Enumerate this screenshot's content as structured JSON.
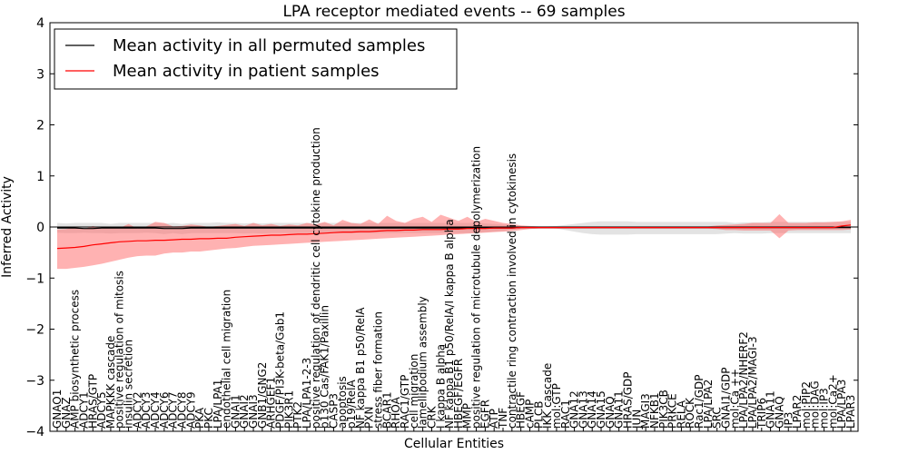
{
  "chart_data": {
    "type": "line",
    "title": "LPA receptor mediated events -- 69 samples",
    "xlabel": "Cellular Entities",
    "ylabel": "Inferred Activity",
    "ylim": [
      -4,
      4
    ],
    "yticks": [
      -4,
      -3,
      -2,
      -1,
      0,
      1,
      2,
      3,
      4
    ],
    "legend_position": "top-left",
    "grid": false,
    "categories": [
      "GNAO1",
      "GNAZ",
      "AMP biosynthetic process",
      "ADCY1",
      "HRAS/GTP",
      "ADCY5",
      "MAPKKK cascade",
      "positive regulation of mitosis",
      "insulin secretion",
      "ADCY2",
      "ADCY3",
      "ADCY4",
      "ADCY6",
      "ADCY7",
      "ADCY8",
      "ADCY9",
      "PKA",
      "PKC",
      "LPA/LPA1",
      "endothelial cell migration",
      "GNAI1",
      "GNAI2",
      "GNAI3",
      "GNB1/GNG2",
      "ARHGEF1",
      "PDGF/PI3K-beta/Gab1",
      "PIK3R1",
      "PTK2",
      "LPA/LPA1-2-3",
      "positive regulation of dendritic cell cytokine production",
      "p130 Cas/FAK1/Paxillin",
      "CASP3",
      "apoptosis",
      "p19/RelA",
      "NF kappa B1 p50/RelA",
      "PXN",
      "stress fiber formation",
      "BCAR1",
      "RHOA",
      "RAC1/GTP",
      "cell migration",
      "lamellipodium assembly",
      "CRK",
      "I kappa B alpha",
      "NF kappa B1 p50/RelA/I kappa B alpha",
      "HBEGF/EGFR",
      "MMP",
      "positive regulation of microtubule depolymerization",
      "EGFR",
      "ATP",
      "TNF",
      "contractile ring contraction involved in cytokinesis",
      "HBEGF",
      "cAMP",
      "PLCB",
      "IKK cascade",
      "mol:GTP",
      "RAC1",
      "GNA12",
      "GNA13",
      "GNA14",
      "GNA15",
      "GNAQ",
      "GNA11",
      "HRAS/GDP",
      "JUN",
      "MAGI3",
      "NFKB1",
      "PIK3CB",
      "PRKCE",
      "RELA",
      "ROCK",
      "Rac1/GDP",
      "LPA/LPA2",
      "SRC",
      "GNAI1/GDP",
      "mol:Ca ++",
      "LPA/LPA2/NHERF2",
      "LPA/LPA2/MAGI-3",
      "TRIP6",
      "GNA11",
      "GNAQ",
      "IP3",
      "LPAR2",
      "mol:PIP2",
      "mol:DAG",
      "mol:IP3",
      "mol:Ca2+",
      "LPA/LPA3",
      "LPAR3"
    ],
    "series": [
      {
        "name": "Mean activity in all permuted samples",
        "color": "#000000",
        "band_color": "#cccccc",
        "values": [
          -0.02,
          -0.02,
          -0.02,
          -0.03,
          -0.03,
          -0.02,
          -0.02,
          -0.02,
          -0.02,
          -0.02,
          -0.02,
          -0.02,
          -0.03,
          -0.03,
          -0.03,
          -0.02,
          -0.02,
          -0.02,
          -0.02,
          -0.02,
          -0.02,
          -0.02,
          -0.02,
          -0.02,
          -0.02,
          -0.02,
          -0.02,
          -0.02,
          -0.02,
          -0.02,
          -0.02,
          -0.02,
          -0.02,
          -0.02,
          -0.02,
          -0.02,
          -0.02,
          -0.02,
          -0.02,
          -0.02,
          -0.02,
          -0.02,
          -0.02,
          -0.02,
          -0.02,
          -0.02,
          -0.02,
          -0.02,
          -0.02,
          -0.02,
          -0.02,
          -0.02,
          -0.01,
          -0.01,
          -0.01,
          -0.01,
          -0.01,
          -0.01,
          -0.01,
          -0.01,
          -0.01,
          -0.01,
          -0.01,
          -0.01,
          -0.01,
          -0.01,
          -0.01,
          -0.01,
          -0.01,
          -0.01,
          -0.01,
          -0.01,
          -0.01,
          -0.01,
          -0.01,
          -0.01,
          -0.01,
          -0.01,
          -0.01,
          -0.01,
          -0.01,
          -0.01,
          -0.01,
          -0.01,
          -0.01,
          -0.01,
          -0.01,
          -0.01,
          -0.01,
          -0.01
        ],
        "lower": [
          -0.11,
          -0.12,
          -0.12,
          -0.11,
          -0.12,
          -0.12,
          -0.13,
          -0.12,
          -0.12,
          -0.12,
          -0.11,
          -0.12,
          -0.14,
          -0.12,
          -0.14,
          -0.12,
          -0.12,
          -0.12,
          -0.12,
          -0.12,
          -0.12,
          -0.13,
          -0.12,
          -0.13,
          -0.12,
          -0.12,
          -0.12,
          -0.12,
          -0.12,
          -0.12,
          -0.12,
          -0.12,
          -0.12,
          -0.12,
          -0.12,
          -0.12,
          -0.12,
          -0.12,
          -0.12,
          -0.12,
          -0.12,
          -0.12,
          -0.12,
          -0.12,
          -0.12,
          -0.12,
          -0.12,
          -0.12,
          -0.1,
          -0.09,
          -0.08,
          -0.06,
          -0.03,
          -0.02,
          -0.02,
          -0.02,
          -0.03,
          -0.06,
          -0.09,
          -0.12,
          -0.14,
          -0.15,
          -0.15,
          -0.15,
          -0.15,
          -0.14,
          -0.14,
          -0.14,
          -0.14,
          -0.14,
          -0.14,
          -0.14,
          -0.14,
          -0.14,
          -0.14,
          -0.13,
          -0.12,
          -0.13,
          -0.13,
          -0.13,
          -0.12,
          -0.12,
          -0.12,
          -0.12,
          -0.12,
          -0.12,
          -0.12,
          -0.12,
          -0.12,
          -0.12
        ],
        "upper": [
          0.08,
          0.07,
          0.08,
          0.08,
          0.08,
          0.08,
          0.06,
          0.08,
          0.08,
          0.08,
          0.08,
          0.08,
          0.07,
          0.08,
          0.06,
          0.08,
          0.08,
          0.08,
          0.09,
          0.08,
          0.08,
          0.07,
          0.08,
          0.07,
          0.08,
          0.08,
          0.08,
          0.08,
          0.08,
          0.08,
          0.08,
          0.08,
          0.08,
          0.08,
          0.08,
          0.08,
          0.08,
          0.08,
          0.08,
          0.08,
          0.08,
          0.08,
          0.08,
          0.08,
          0.08,
          0.08,
          0.08,
          0.08,
          0.07,
          0.06,
          0.05,
          0.04,
          0.02,
          0.01,
          0.01,
          0.01,
          0.02,
          0.04,
          0.06,
          0.08,
          0.1,
          0.11,
          0.11,
          0.11,
          0.11,
          0.1,
          0.1,
          0.1,
          0.1,
          0.1,
          0.1,
          0.1,
          0.1,
          0.1,
          0.1,
          0.1,
          0.08,
          0.09,
          0.09,
          0.09,
          0.1,
          0.1,
          0.1,
          0.1,
          0.1,
          0.1,
          0.1,
          0.1,
          0.1,
          0.1
        ]
      },
      {
        "name": "Mean activity in patient samples",
        "color": "#ff0000",
        "band_color": "#ff6666",
        "values": [
          -0.42,
          -0.41,
          -0.4,
          -0.38,
          -0.35,
          -0.33,
          -0.31,
          -0.29,
          -0.28,
          -0.27,
          -0.27,
          -0.26,
          -0.26,
          -0.25,
          -0.24,
          -0.24,
          -0.23,
          -0.23,
          -0.22,
          -0.22,
          -0.2,
          -0.19,
          -0.18,
          -0.17,
          -0.16,
          -0.16,
          -0.15,
          -0.14,
          -0.14,
          -0.13,
          -0.12,
          -0.11,
          -0.1,
          -0.1,
          -0.09,
          -0.09,
          -0.08,
          -0.07,
          -0.07,
          -0.06,
          -0.06,
          -0.05,
          -0.05,
          -0.05,
          -0.04,
          -0.04,
          -0.03,
          -0.03,
          -0.03,
          -0.02,
          -0.02,
          -0.02,
          -0.01,
          -0.01,
          -0.01,
          -0.01,
          -0.01,
          -0.01,
          -0.01,
          -0.01,
          -0.01,
          -0.01,
          -0.01,
          -0.01,
          -0.01,
          -0.01,
          -0.01,
          -0.01,
          -0.01,
          -0.01,
          -0.01,
          -0.01,
          -0.01,
          -0.01,
          -0.01,
          -0.01,
          -0.01,
          -0.01,
          -0.01,
          -0.01,
          -0.01,
          -0.01,
          -0.01,
          -0.01,
          -0.01,
          -0.01,
          -0.01,
          -0.01,
          0.02,
          0.04
        ],
        "lower": [
          -0.82,
          -0.82,
          -0.8,
          -0.78,
          -0.75,
          -0.72,
          -0.68,
          -0.64,
          -0.6,
          -0.57,
          -0.56,
          -0.56,
          -0.52,
          -0.5,
          -0.5,
          -0.48,
          -0.48,
          -0.46,
          -0.44,
          -0.42,
          -0.41,
          -0.39,
          -0.37,
          -0.36,
          -0.35,
          -0.34,
          -0.33,
          -0.32,
          -0.31,
          -0.3,
          -0.29,
          -0.28,
          -0.27,
          -0.26,
          -0.25,
          -0.24,
          -0.23,
          -0.22,
          -0.21,
          -0.2,
          -0.19,
          -0.18,
          -0.17,
          -0.16,
          -0.15,
          -0.14,
          -0.13,
          -0.12,
          -0.11,
          -0.1,
          -0.09,
          -0.08,
          -0.06,
          -0.04,
          -0.03,
          -0.03,
          -0.03,
          -0.03,
          -0.03,
          -0.03,
          -0.03,
          -0.03,
          -0.03,
          -0.03,
          -0.03,
          -0.03,
          -0.03,
          -0.03,
          -0.03,
          -0.03,
          -0.03,
          -0.03,
          -0.03,
          -0.03,
          -0.04,
          -0.06,
          -0.06,
          -0.07,
          -0.07,
          -0.07,
          -0.07,
          -0.22,
          -0.07,
          -0.06,
          -0.06,
          -0.06,
          -0.06,
          -0.06,
          -0.06,
          -0.05
        ],
        "upper": [
          -0.05,
          -0.04,
          0.0,
          -0.04,
          0.02,
          -0.03,
          0.01,
          -0.02,
          0.06,
          -0.03,
          0.01,
          0.1,
          0.08,
          0.01,
          0.02,
          0.05,
          0.03,
          0.0,
          0.02,
          0.04,
          0.06,
          0.02,
          0.08,
          0.03,
          0.06,
          0.02,
          0.05,
          0.03,
          0.08,
          0.05,
          0.1,
          0.03,
          0.14,
          0.08,
          0.06,
          0.15,
          0.06,
          0.22,
          0.12,
          0.08,
          0.16,
          0.2,
          0.1,
          0.24,
          0.18,
          0.12,
          0.2,
          0.1,
          0.16,
          0.12,
          0.08,
          0.06,
          0.03,
          0.02,
          0.01,
          0.01,
          0.01,
          0.01,
          0.01,
          0.01,
          0.01,
          0.01,
          0.01,
          0.01,
          0.01,
          0.01,
          0.01,
          0.01,
          0.01,
          0.01,
          0.01,
          0.01,
          0.01,
          0.01,
          0.03,
          0.04,
          0.05,
          0.06,
          0.08,
          0.08,
          0.08,
          0.25,
          0.08,
          0.08,
          0.08,
          0.09,
          0.09,
          0.1,
          0.11,
          0.14
        ]
      }
    ]
  }
}
